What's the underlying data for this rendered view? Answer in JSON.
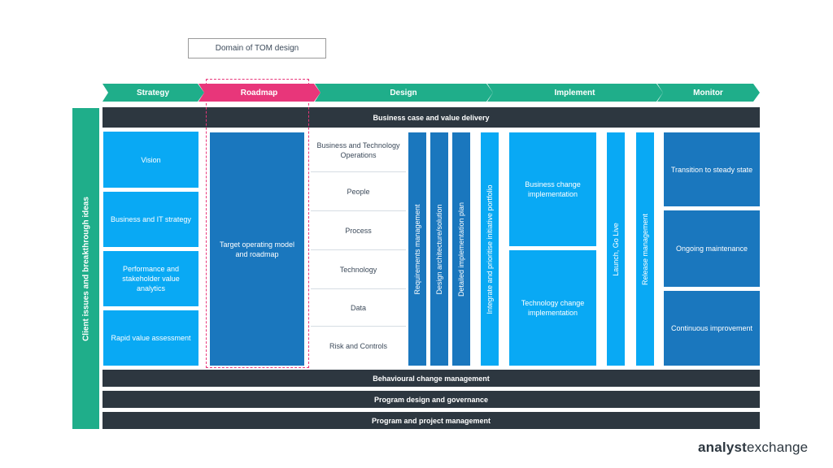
{
  "callout": "Domain of TOM design",
  "phases": [
    "Strategy",
    "Roadmap",
    "Design",
    "Implement",
    "Monitor"
  ],
  "sidebar": "Client issues and breakthrough ideas",
  "bars": {
    "top": "Business case and value delivery",
    "behavioural": "Behavioural change management",
    "program_design": "Program design and governance",
    "program_project": "Program and project management"
  },
  "strategy": [
    "Vision",
    "Business and IT strategy",
    "Performance and stakeholder value analytics",
    "Rapid value assessment"
  ],
  "roadmap": "Target operating model and roadmap",
  "design": [
    "Business and Technology Operations",
    "People",
    "Process",
    "Technology",
    "Data",
    "Risk and Controls"
  ],
  "design_vertical": [
    "Requirements management",
    "Design architecture/solution",
    "Detailed implementation plan"
  ],
  "integrate": "Integrate and prioritise initiative portfolio",
  "implement": [
    "Business change implementation",
    "Technology change implementation"
  ],
  "launch": "Launch, Go Live",
  "release": "Release management",
  "monitor": [
    "Transition to steady state",
    "Ongoing maintenance",
    "Continuous improvement"
  ],
  "logo": {
    "bold": "analyst",
    "regular": "exchange"
  },
  "colors": {
    "teal": "#1fae8a",
    "pink": "#e8367a",
    "dark": "#2d3740",
    "light_blue": "#09a9f4",
    "mid_blue": "#1a77be"
  }
}
